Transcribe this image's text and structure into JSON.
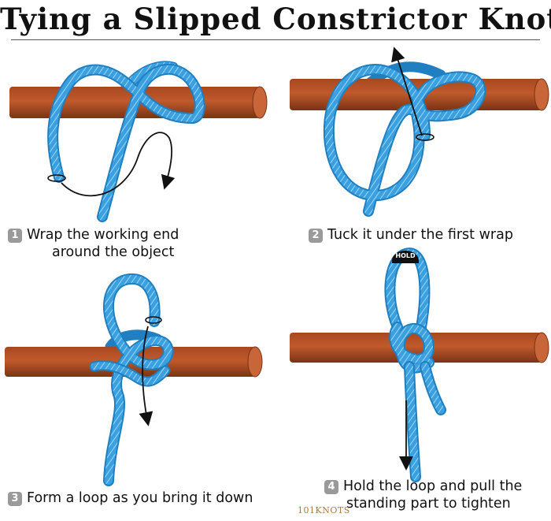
{
  "title": "Tying a Slipped Constrictor Knot",
  "steps": [
    {
      "number": "1",
      "line1": "Wrap the working end",
      "line2": "around the object"
    },
    {
      "number": "2",
      "line1": "Tuck it under the first wrap",
      "line2": ""
    },
    {
      "number": "3",
      "line1": "Form a loop as you bring it down",
      "line2": ""
    },
    {
      "number": "4",
      "line1": "Hold the loop and pull the",
      "line2": "standing part to tighten"
    }
  ],
  "hold_label": "HOLD",
  "logo": "101KNOTS",
  "colors": {
    "rope": "#3aa0e0",
    "rope_dark": "#1f7fc0",
    "rope_light": "#9fd6f5",
    "pole": "#b5522a",
    "pole_dark": "#7a3316",
    "pole_end": "#c8663a"
  }
}
